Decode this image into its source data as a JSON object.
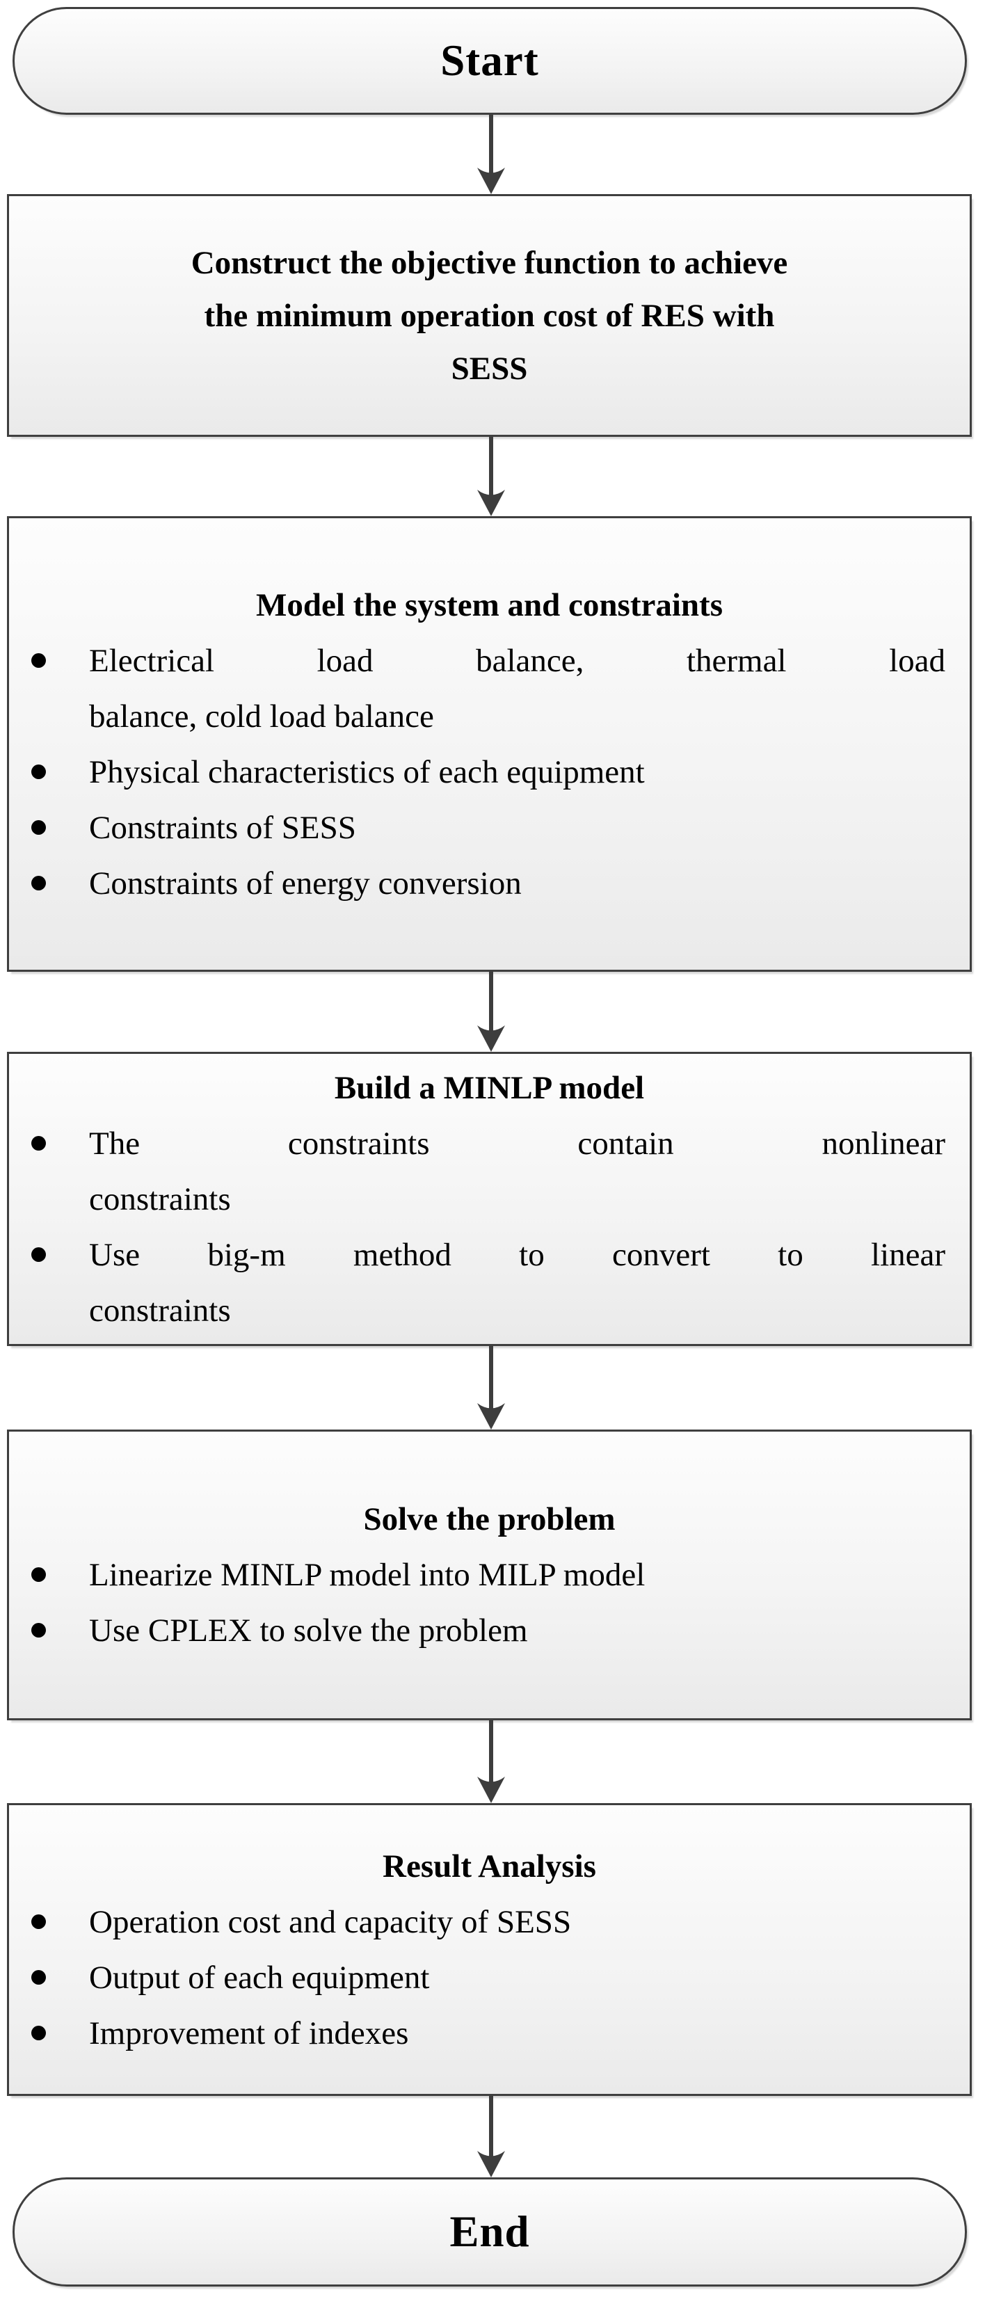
{
  "figure": {
    "type": "flowchart",
    "nodes": {
      "start": {
        "label": "Start"
      },
      "objective": {
        "text": "Construct the objective function to achieve the minimum operation cost of RES with SESS"
      },
      "model": {
        "title": "Model the system and constraints",
        "bullets": [
          "Electrical load balance, thermal load balance, cold load balance",
          "Physical characteristics of each equipment",
          "Constraints of SESS",
          "Constraints of energy conversion"
        ]
      },
      "minlp": {
        "title": "Build a MINLP model",
        "bullets": [
          "The constraints contain nonlinear constraints",
          "Use big-m method to convert to linear constraints"
        ]
      },
      "solve": {
        "title": "Solve the problem",
        "bullets": [
          "Linearize MINLP model into MILP model",
          "Use CPLEX to solve the problem"
        ]
      },
      "result": {
        "title": "Result Analysis",
        "bullets": [
          "Operation cost and capacity of SESS",
          "Output of each equipment",
          "Improvement of indexes"
        ]
      },
      "end": {
        "label": "End"
      }
    },
    "colors": {
      "node_border": "#3f3f3f",
      "arrow": "#3d3d3d",
      "fill_top": "#fdfdfd",
      "fill_bottom": "#eaeaea",
      "text": "#000000",
      "background": "#ffffff"
    }
  }
}
